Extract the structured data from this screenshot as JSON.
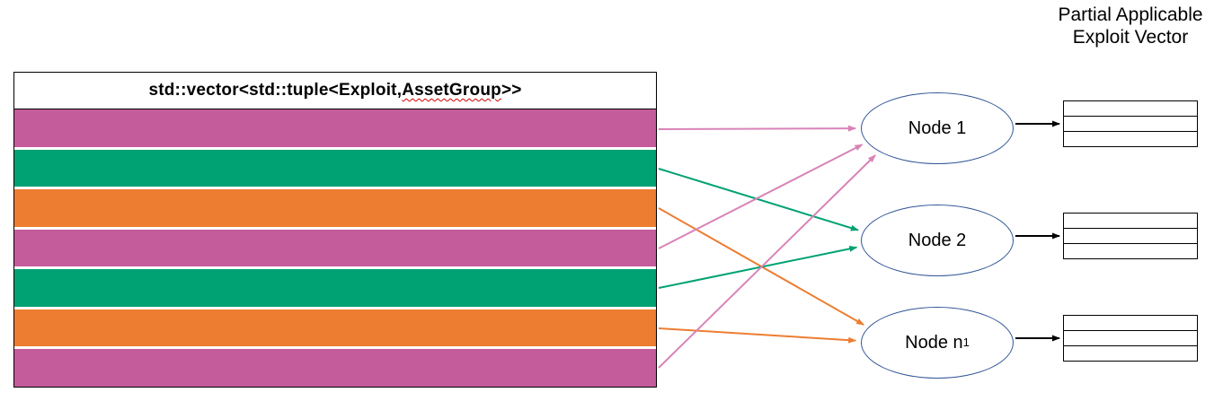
{
  "colors": {
    "pink": "#C45C9C",
    "green": "#00A273",
    "orange": "#ED7D31",
    "arrow_pink": "#D983B7",
    "arrow_green": "#00A273",
    "arrow_orange": "#ED7D31",
    "node_stroke": "#2F5496",
    "black": "#000000"
  },
  "vector_table": {
    "header": {
      "prefix": "std::vector<std::tuple<Exploit, ",
      "highlight": "AssetGroup",
      "suffix": ">>"
    },
    "rows": [
      "pink",
      "green",
      "orange",
      "pink",
      "green",
      "orange",
      "pink"
    ]
  },
  "nodes": [
    {
      "label": "Node 1",
      "sub": ""
    },
    {
      "label": "Node 2",
      "sub": ""
    },
    {
      "label": "Node n",
      "sub": "1"
    }
  ],
  "edges": [
    {
      "row": 0,
      "node": 0,
      "color": "pink"
    },
    {
      "row": 1,
      "node": 1,
      "color": "green"
    },
    {
      "row": 2,
      "node": 2,
      "color": "orange"
    },
    {
      "row": 3,
      "node": 0,
      "color": "pink"
    },
    {
      "row": 4,
      "node": 1,
      "color": "green"
    },
    {
      "row": 5,
      "node": 2,
      "color": "orange"
    },
    {
      "row": 6,
      "node": 0,
      "color": "pink"
    }
  ],
  "output": {
    "title": "Partial Applicable Exploit Vector",
    "mini_table_rows": 3
  }
}
